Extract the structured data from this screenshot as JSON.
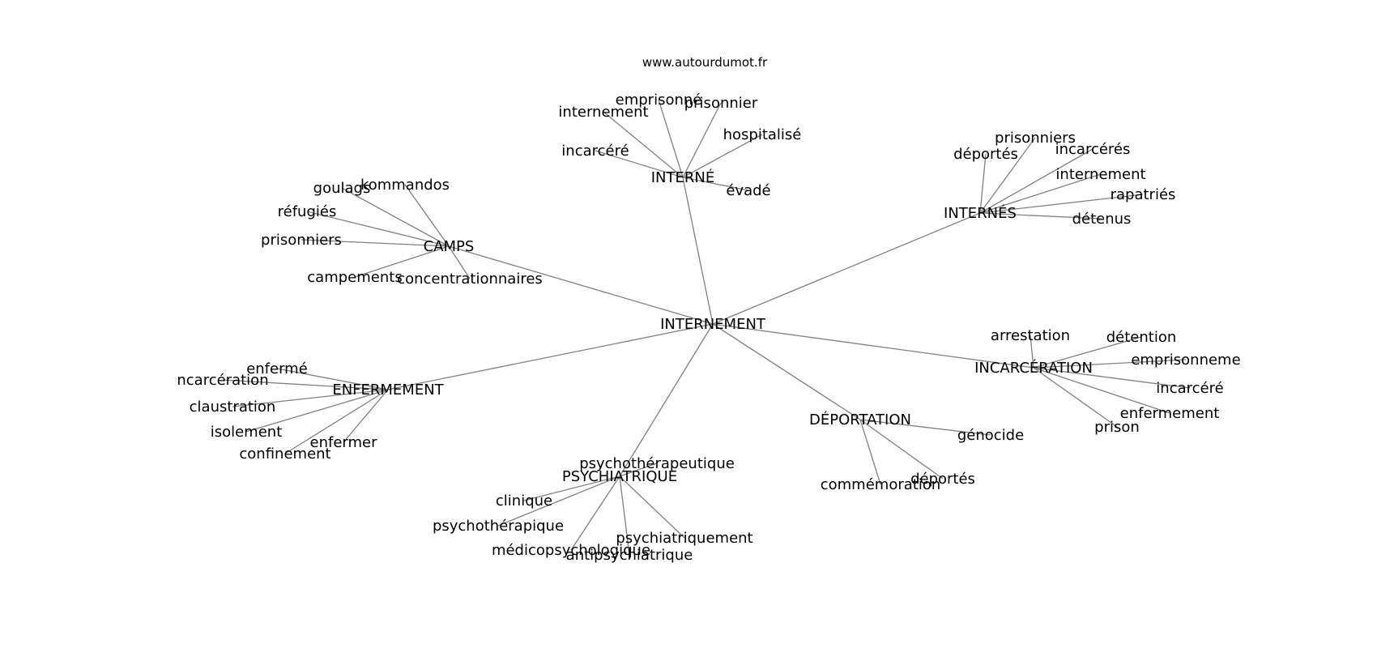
{
  "source": "www.autourdumot.fr",
  "root": "INTERNEMENT",
  "clusters": [
    {
      "hub": "INTERNÉ",
      "words": [
        "emprisonné",
        "internement",
        "prisonnier",
        "hospitalisé",
        "incarcéré",
        "évadé"
      ]
    },
    {
      "hub": "CAMPS",
      "words": [
        "goulags",
        "kommandos",
        "réfugiés",
        "prisonniers",
        "campements",
        "concentrationnaires"
      ]
    },
    {
      "hub": "INTERNÉS",
      "words": [
        "prisonniers",
        "déportés",
        "incarcérés",
        "internement",
        "rapatriés",
        "détenus"
      ]
    },
    {
      "hub": "ENFERMEMENT",
      "words": [
        "enfermé",
        "ncarcération",
        "claustration",
        "isolement",
        "enfermer",
        "confinement"
      ]
    },
    {
      "hub": "INCARCÉRATION",
      "words": [
        "arrestation",
        "détention",
        "emprisonneme",
        "incarcéré",
        "enfermement",
        "prison"
      ]
    },
    {
      "hub": "DÉPORTATION",
      "words": [
        "génocide",
        "déportés",
        "commémoration"
      ]
    },
    {
      "hub": "PSYCHIATRIQUE",
      "words": [
        "psychothérapeutique",
        "clinique",
        "psychothérapique",
        "psychiatriquement",
        "médicopsychologique",
        "antipsychiatrique"
      ]
    }
  ]
}
